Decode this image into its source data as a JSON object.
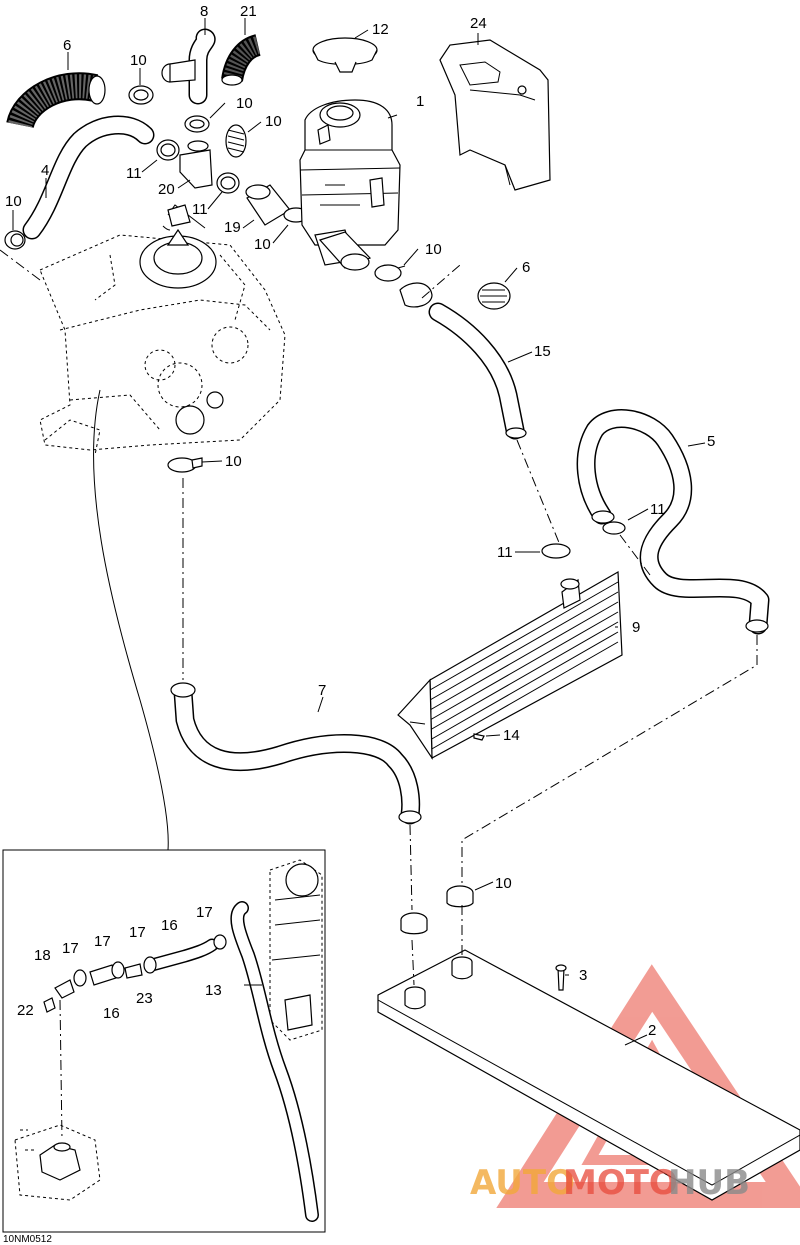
{
  "diagram": {
    "code": "10NM0512",
    "callouts": [
      "1",
      "2",
      "3",
      "4",
      "5",
      "6",
      "7",
      "8",
      "9",
      "10",
      "11",
      "12",
      "13",
      "14",
      "15",
      "16",
      "17",
      "18",
      "19",
      "20",
      "21",
      "22",
      "23",
      "24"
    ],
    "watermark": {
      "text_part1": "AUTO",
      "text_part2": "MOTO",
      "text_part3": "HUB",
      "color_red": "#e84a3c",
      "color_orange": "#f2a83a",
      "color_gray": "#8a8a8a"
    }
  }
}
